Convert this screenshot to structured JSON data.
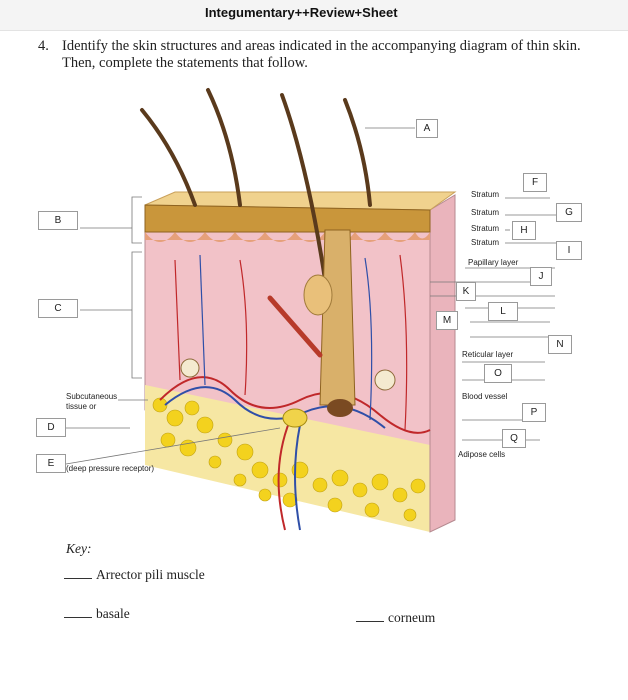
{
  "header": {
    "title": "Integumentary++Review+Sheet"
  },
  "question": {
    "number": "4.",
    "line1": "Identify the skin structures and areas indicated in the accompanying diagram of thin skin.",
    "line2": "Then, complete the statements that follow."
  },
  "diagram": {
    "letters": [
      "A",
      "B",
      "C",
      "D",
      "E",
      "F",
      "G",
      "H",
      "I",
      "J",
      "K",
      "L",
      "M",
      "N",
      "O",
      "P",
      "Q"
    ],
    "labels": {
      "stratum1": "Stratum",
      "stratum2": "Stratum",
      "stratum3": "Stratum",
      "stratum4": "Stratum",
      "papillary": "Papillary layer",
      "reticular": "Reticular layer",
      "blood_vessel": "Blood vessel",
      "adipose": "Adipose cells",
      "subcutaneous1": "Subcutaneous",
      "subcutaneous2": "tissue or",
      "deep_pressure": "(deep pressure receptor)"
    }
  },
  "key": {
    "title": "Key:",
    "items": [
      "Arrector pili muscle",
      "basale",
      "corneum"
    ]
  }
}
